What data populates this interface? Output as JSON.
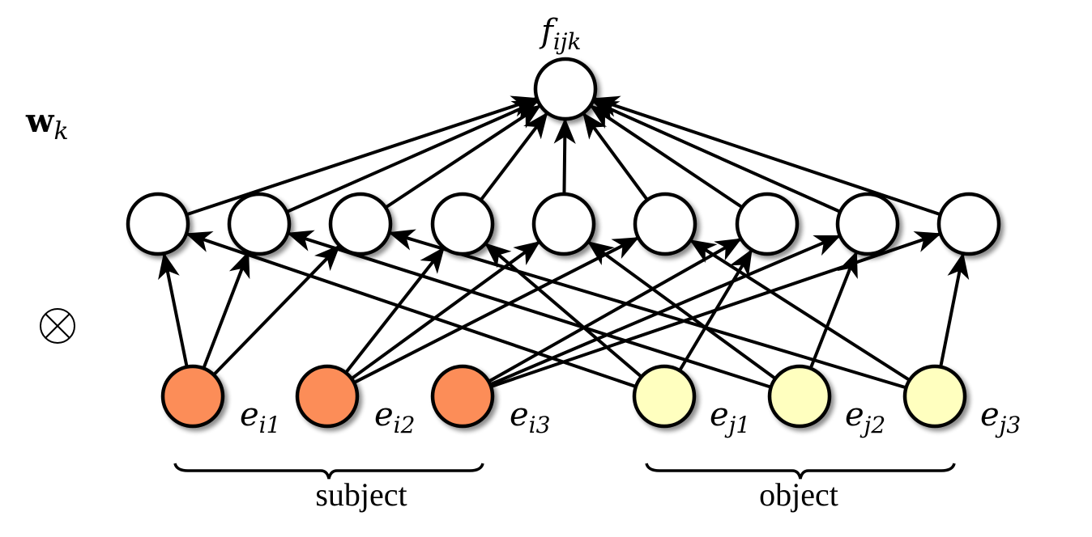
{
  "labels": {
    "output": "f",
    "output_sub": "ijk",
    "weights": "w",
    "weights_sub": "k",
    "operator": "⊗",
    "subject_group": "subject",
    "object_group": "object"
  },
  "colors": {
    "subject_fill": "#fc8d59",
    "object_fill": "#ffffbf",
    "hidden_fill": "#ffffff",
    "stroke": "#000000"
  },
  "subject_nodes": [
    {
      "id": "ei1",
      "label": "e",
      "sub": "i1"
    },
    {
      "id": "ei2",
      "label": "e",
      "sub": "i2"
    },
    {
      "id": "ei3",
      "label": "e",
      "sub": "i3"
    }
  ],
  "object_nodes": [
    {
      "id": "ej1",
      "label": "e",
      "sub": "j1"
    },
    {
      "id": "ej2",
      "label": "e",
      "sub": "j2"
    },
    {
      "id": "ej3",
      "label": "e",
      "sub": "j3"
    }
  ],
  "hidden_count": 9,
  "structure": "hidden node (a,b) receives subject a and object b; all hidden nodes feed output f_ijk"
}
